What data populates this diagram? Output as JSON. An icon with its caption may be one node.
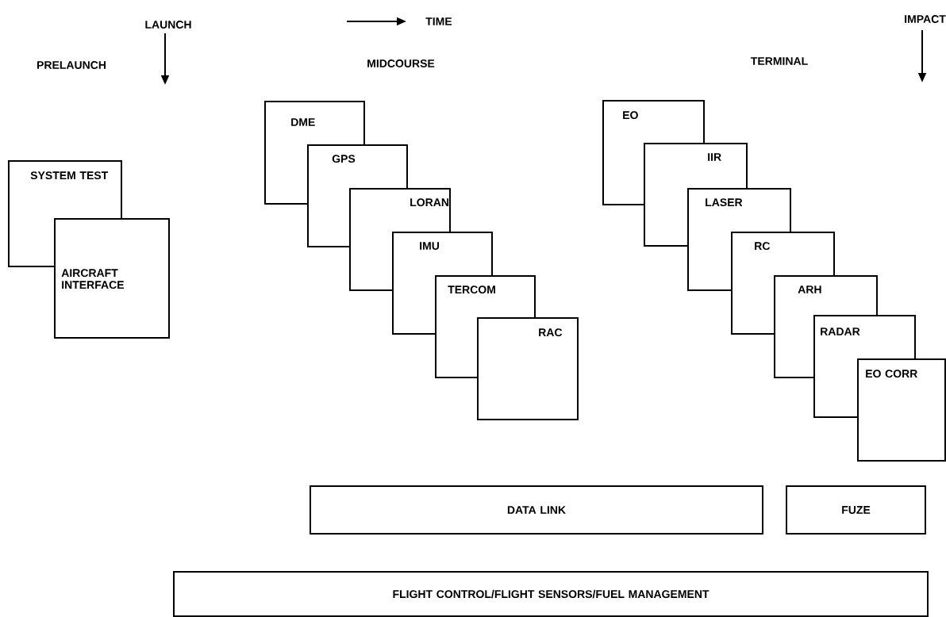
{
  "diagram": {
    "nodes": [
      {
        "text": [
          "SYSTEM TEST"
        ]
      },
      {
        "text": [
          "AIRCRAFT INTERFACE"
        ]
      },
      {
        "text": [
          "DME"
        ]
      },
      {
        "text": [
          "GPS"
        ]
      },
      {
        "text": [
          "LORAN"
        ]
      },
      {
        "text": [
          "IMU"
        ]
      },
      {
        "text": [
          "TERCOM"
        ]
      },
      {
        "text": [
          "RAC"
        ]
      },
      {
        "text": [
          "EO"
        ]
      },
      {
        "text": [
          "IIR"
        ]
      },
      {
        "text": [
          "LASER"
        ]
      },
      {
        "text": [
          "RC"
        ]
      },
      {
        "text": [
          "ARH"
        ]
      },
      {
        "text": [
          "RADAR"
        ]
      },
      {
        "text": [
          "EO CORR"
        ]
      },
      {
        "text": [
          "DATA LINK"
        ]
      },
      {
        "text": [
          "FUZE"
        ]
      },
      {
        "text": [
          "FLIGHT CONTROL/FLIGHT SENSORS/FUEL MANAGEMENT"
        ]
      }
    ],
    "edges": [],
    "labels": [
      "LAUNCH",
      "TIME",
      "IMPACT",
      "PRELAUNCH",
      "MIDCOURSE",
      "TERMINAL"
    ]
  }
}
